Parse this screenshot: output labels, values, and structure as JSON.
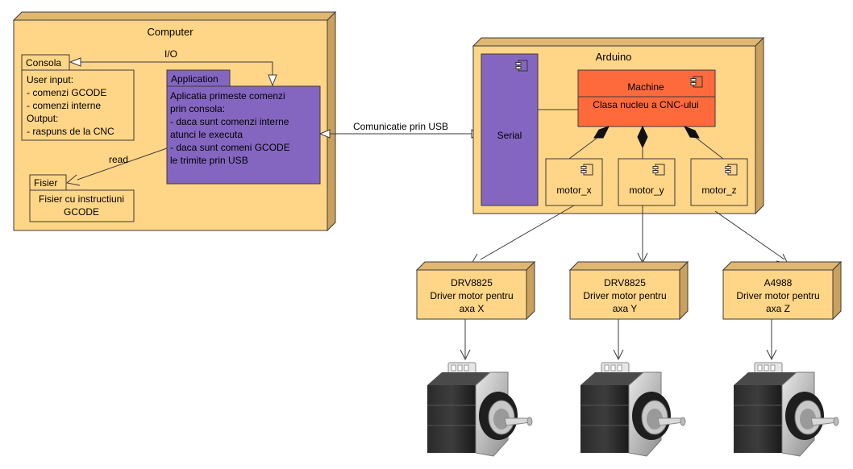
{
  "computer": {
    "title": "Computer",
    "consola": {
      "title": "Consola",
      "lines": [
        "User input:",
        "- comenzi GCODE",
        "- comenzi interne",
        "Output:",
        "- raspuns de la CNC"
      ]
    },
    "application": {
      "title": "Application",
      "lines": [
        "Aplicatia primeste comenzi",
        "prin consola:",
        "- daca sunt comenzi interne",
        "atunci le executa",
        "- daca sunt comeni GCODE",
        "le trimite prin USB"
      ]
    },
    "fisier": {
      "title": "Fisier",
      "lines": [
        "Fisier cu instructiuni",
        "GCODE"
      ]
    },
    "io_label": "I/O",
    "read_label": "read"
  },
  "usb_label": "Comunicatie prin USB",
  "arduino": {
    "title": "Arduino",
    "serial_label": "Serial",
    "machine": {
      "title": "Machine",
      "description": "Clasa nucleu a CNC-ului"
    },
    "motors": [
      "motor_x",
      "motor_y",
      "motor_z"
    ]
  },
  "drivers": [
    {
      "chip": "DRV8825",
      "line1": "Driver motor pentru",
      "line2": "axa X"
    },
    {
      "chip": "DRV8825",
      "line1": "Driver motor pentru",
      "line2": "axa Y"
    },
    {
      "chip": "A4988",
      "line1": "Driver motor pentru",
      "line2": "axa Z"
    }
  ],
  "colors": {
    "node_fill": "#ffd587",
    "application_fill": "#8466c1",
    "machine_fill": "#ff6a3d"
  },
  "icons": {
    "component": "component-icon",
    "stepper": "stepper-motor-icon"
  }
}
